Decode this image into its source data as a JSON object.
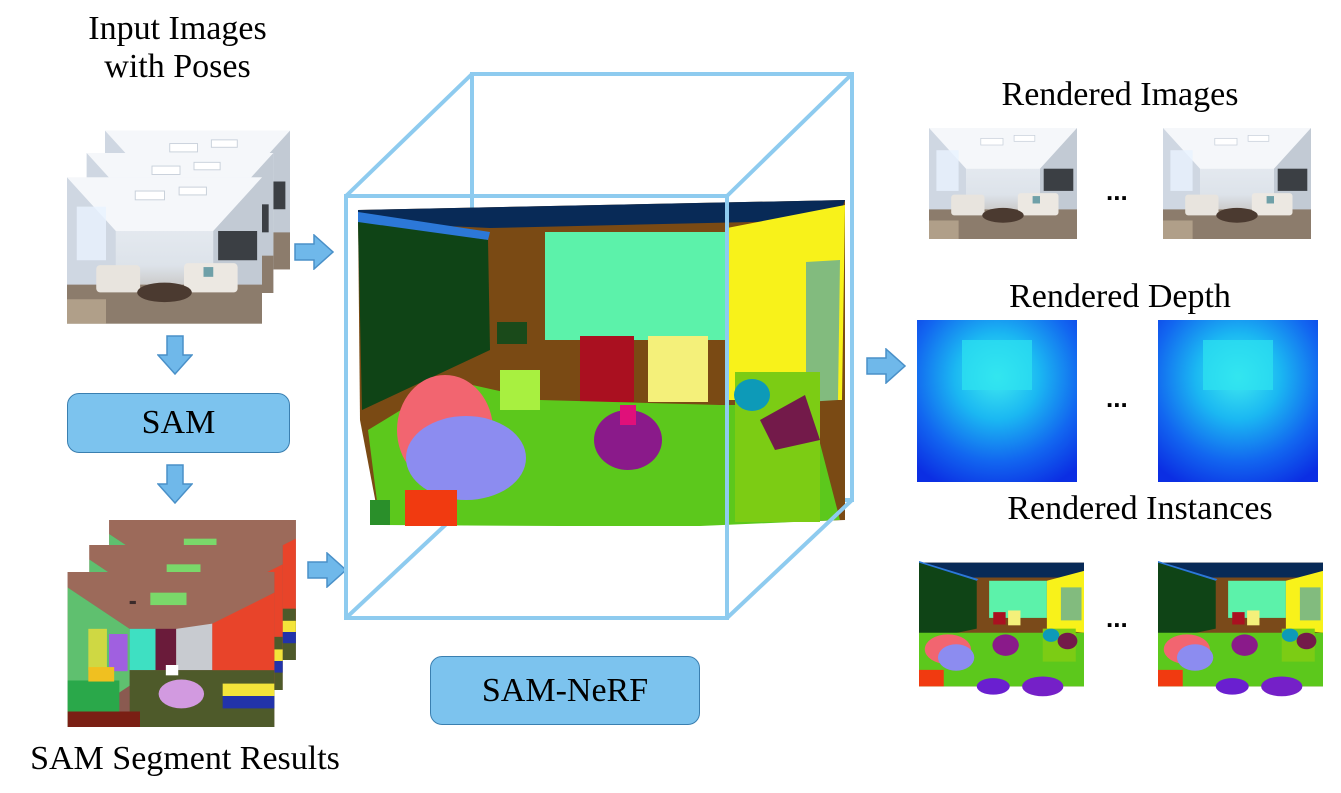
{
  "labels": {
    "input_images_line1": "Input Images",
    "input_images_line2": "with Poses",
    "sam_box": "SAM",
    "sam_results": "SAM Segment Results",
    "sam_nerf_box": "SAM-NeRF",
    "rendered_images": "Rendered Images",
    "rendered_depth": "Rendered Depth",
    "rendered_instances": "Rendered Instances",
    "ellipsis": "..."
  },
  "colors": {
    "arrow_fill": "#6fb8ea",
    "box_fill": "#7cc3ee",
    "cube_edge": "#8ecbef"
  }
}
